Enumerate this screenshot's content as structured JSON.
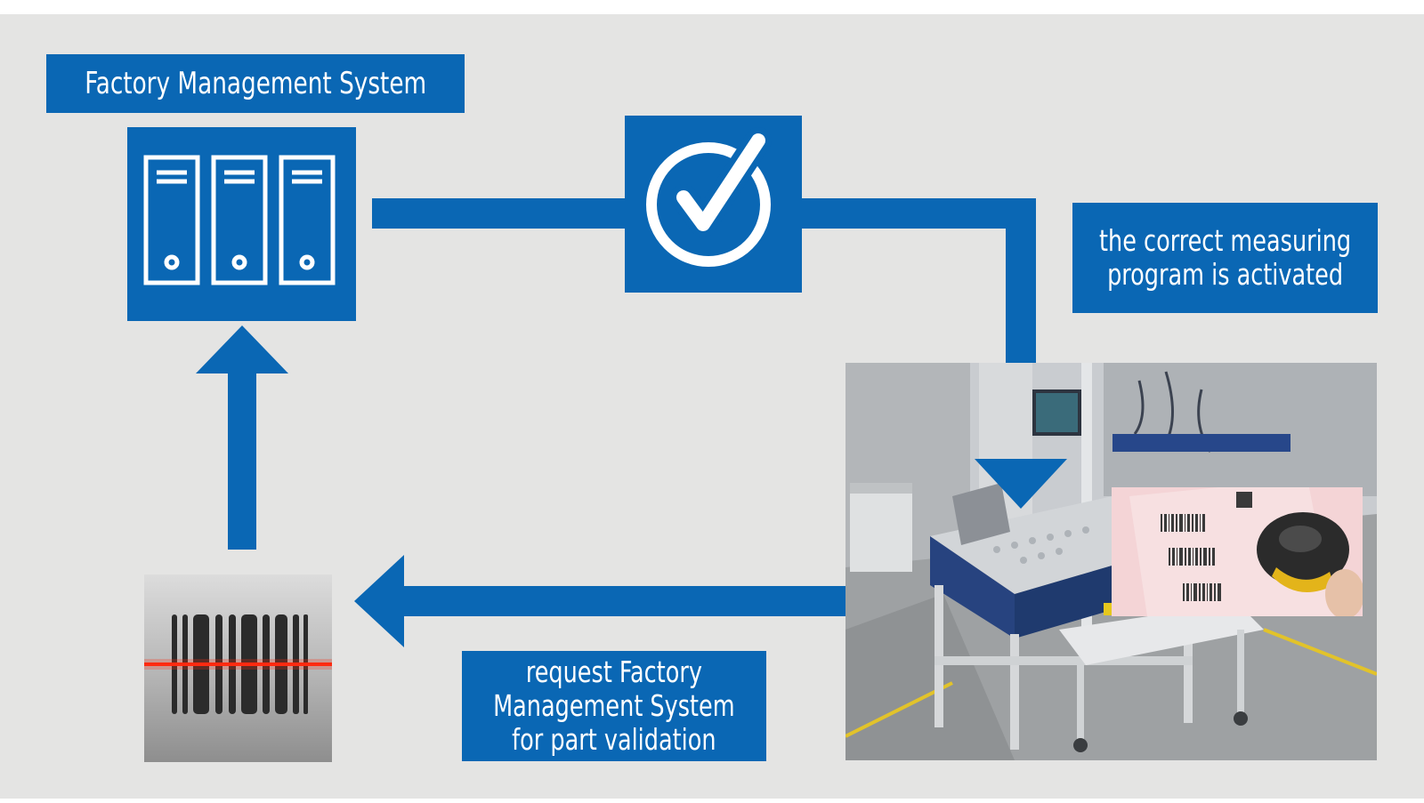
{
  "labels": {
    "factory_management_system": "Factory Management System",
    "activated_line1": "the correct measuring",
    "activated_line2": "program is activated",
    "request_line1": "request Factory",
    "request_line2": "Management System",
    "request_line3": "for part validation"
  },
  "icons": {
    "servers": "server-rack-icon",
    "check": "checkmark-circle-icon",
    "barcode": "barcode-scanner-icon",
    "photo": "factory-measuring-station-photo",
    "scanner_inset": "handheld-scanner-photo"
  },
  "colors": {
    "accent": "#0a67b4",
    "background": "#e4e4e3",
    "laser": "#ff2a10"
  }
}
